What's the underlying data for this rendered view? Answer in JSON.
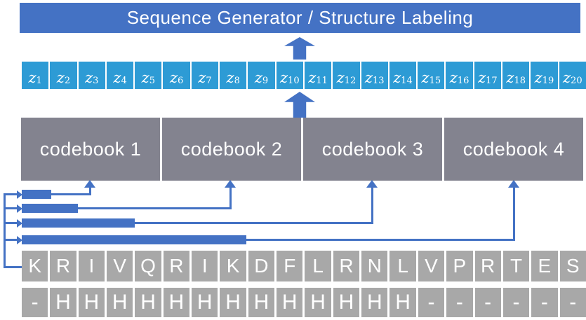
{
  "header": {
    "title": "Sequence Generator / Structure Labeling"
  },
  "colors": {
    "accent_blue": "#4472C4",
    "latent_blue": "#2D9BD5",
    "codebook_gray": "#83838F",
    "residue_gray": "#A8A8A8",
    "text_white": "#FFFFFF"
  },
  "latents": [
    {
      "base": "z",
      "sub": "1"
    },
    {
      "base": "z",
      "sub": "2"
    },
    {
      "base": "z",
      "sub": "3"
    },
    {
      "base": "z",
      "sub": "4"
    },
    {
      "base": "z",
      "sub": "5"
    },
    {
      "base": "z",
      "sub": "6"
    },
    {
      "base": "z",
      "sub": "7"
    },
    {
      "base": "z",
      "sub": "8"
    },
    {
      "base": "z",
      "sub": "9"
    },
    {
      "base": "z",
      "sub": "10"
    },
    {
      "base": "z",
      "sub": "11"
    },
    {
      "base": "z",
      "sub": "12"
    },
    {
      "base": "z",
      "sub": "13"
    },
    {
      "base": "z",
      "sub": "14"
    },
    {
      "base": "z",
      "sub": "15"
    },
    {
      "base": "z",
      "sub": "16"
    },
    {
      "base": "z",
      "sub": "17"
    },
    {
      "base": "z",
      "sub": "18"
    },
    {
      "base": "z",
      "sub": "19"
    },
    {
      "base": "z",
      "sub": "20"
    }
  ],
  "codebooks": [
    {
      "label": "codebook 1"
    },
    {
      "label": "codebook 2"
    },
    {
      "label": "codebook 3"
    },
    {
      "label": "codebook 4"
    }
  ],
  "sequence": [
    "K",
    "R",
    "I",
    "V",
    "Q",
    "R",
    "I",
    "K",
    "D",
    "F",
    "L",
    "R",
    "N",
    "L",
    "V",
    "P",
    "R",
    "T",
    "E",
    "S"
  ],
  "structure": [
    "-",
    "H",
    "H",
    "H",
    "H",
    "H",
    "H",
    "H",
    "H",
    "H",
    "H",
    "H",
    "H",
    "H",
    "-",
    "-",
    "-",
    "-",
    "-",
    "-"
  ],
  "icons": {
    "up_arrow": "block-up-arrow",
    "branch_arrow": "right-arrowhead",
    "connector_arrow": "up-arrowhead"
  }
}
